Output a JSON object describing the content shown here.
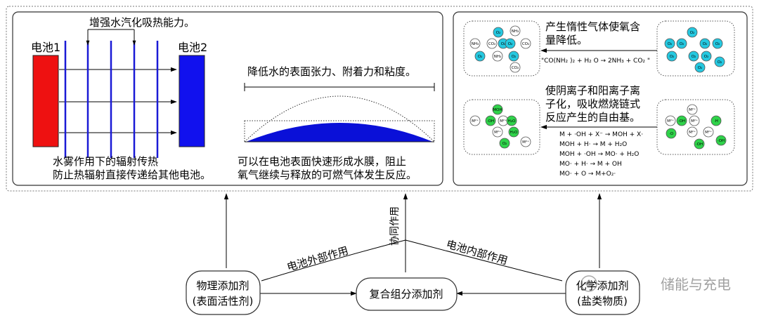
{
  "left_panel": {
    "top_label": "增强水汽化吸热能力。",
    "battery1_label": "电池1",
    "battery2_label": "电池2",
    "radiation_text_line1": "水雾作用下的辐射传热",
    "radiation_text_line2": "防止热辐射直接传递给其他电池。",
    "surface_tension_label": "降低水的表面张力、附着力和粘度。",
    "film_text_line1": "可以在电池表面快速形成水膜，阻止",
    "film_text_line2": "氧气继续与释放的可燃气体发生反应。",
    "colors": {
      "battery1": "#ee1111",
      "battery2": "#1111ee",
      "water_line": "#1a1ad6",
      "water_film": "#0a10d8"
    }
  },
  "right_panel": {
    "inert_text_line1": "产生惰性气体使氧含",
    "inert_text_line2": "量降低。",
    "equation1": "\"CO(NH₂ )₂  + H₂ O → 2NH₃  + CO₂ \"",
    "ion_text_line1": "使阴离子和阳离子离",
    "ion_text_line2": "子化，吸收燃烧链式",
    "ion_text_line3": "反应产生的自由基。",
    "reactions": [
      "M + ·OH + X⁻ → MOH + X·",
      "MOH + H· → M + H₂O",
      "MOH + ·OH → MO· + H₂O",
      "MO· + H· → M + OH",
      "MO· + O → M+O₂·"
    ],
    "colors": {
      "cyan": "#25c8e0",
      "green": "#2fd34a"
    },
    "box1_molecules": [
      "NH₃",
      "O₂",
      "NH₃",
      "CO₂",
      "O₂",
      "CO₂",
      "O₂",
      "NH₃",
      "O₂",
      "CO₂",
      "O₂"
    ],
    "box2_molecules": [
      "O₂",
      "O₂",
      "O₂",
      "O₂",
      "O₂",
      "O₂",
      "O₂",
      "O₂",
      "O₂",
      "O₂"
    ],
    "box3_molecules": [
      "M²⁺",
      "·OH",
      "M²⁺",
      "H₂O",
      "MOH",
      "M²⁺",
      "H₂O",
      "O₂",
      "M²⁺"
    ],
    "box4_molecules": [
      "M²⁺",
      "M²⁺",
      "·OH",
      "M²⁺",
      "·H",
      "·O",
      "M²⁺",
      "M²⁺",
      "·OH",
      "·OH"
    ]
  },
  "bottom": {
    "physical_line1": "物理添加剂",
    "physical_line2": "(表面活性剂)",
    "composite_label": "复合组分添加剂",
    "chemical_line1": "化学添加剂",
    "chemical_line2": "(盐类物质)",
    "external_label": "电池外部作用",
    "internal_label": "电池内部作用",
    "synergy_label": "协同作用",
    "watermark": "储能与充电"
  }
}
